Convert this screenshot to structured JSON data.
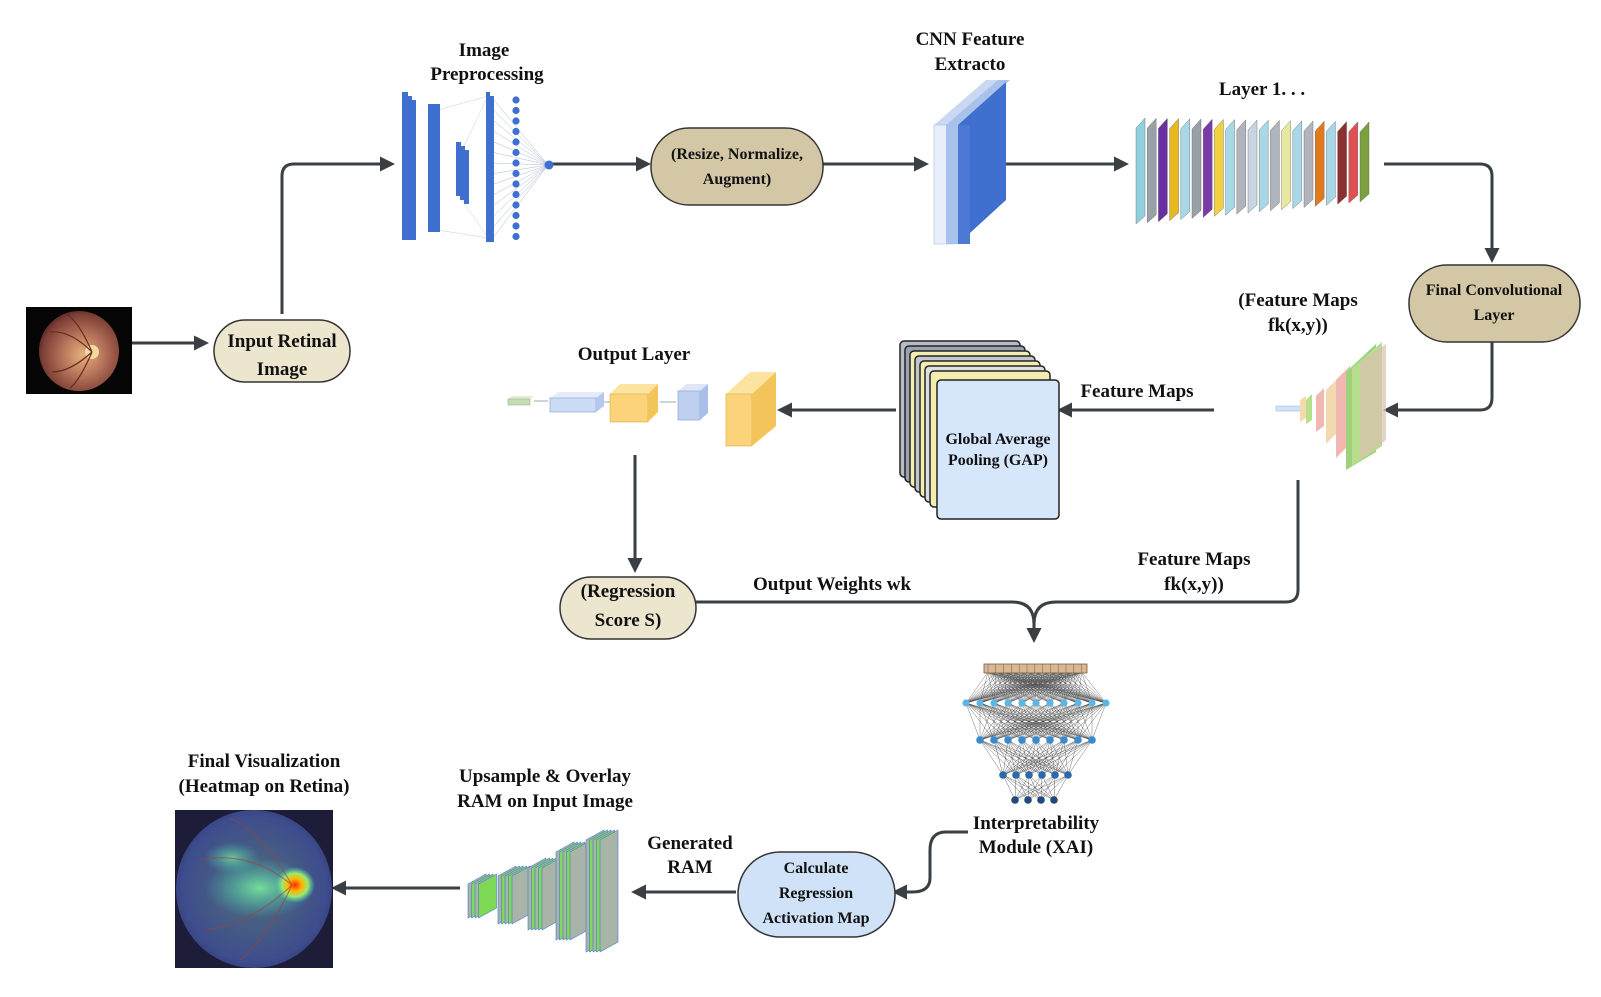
{
  "colors": {
    "pill_tan": "#d3c7a6",
    "pill_cream": "#ece6cf",
    "pill_blue": "#cfe2f8",
    "arrow": "#3a3f44",
    "nn_blue": "#3f6fcf",
    "gap_fill": "#d6e6fb"
  },
  "labels": {
    "image_preprocessing": [
      "Image",
      "Preprocessing"
    ],
    "resize_pill": [
      "(Resize, Normalize,",
      "Augment)"
    ],
    "cnn_feature": [
      "CNN Feature",
      "Extracto"
    ],
    "layer1": "Layer 1. . .",
    "final_conv": [
      "Final Convolutional",
      "Layer"
    ],
    "input_retinal": [
      "Input Retinal",
      "Image"
    ],
    "feature_maps_top": [
      "(Feature Maps",
      "fk(x,y))"
    ],
    "feature_maps_mid": "Feature Maps",
    "gap": [
      "Global Average",
      "Pooling (GAP)"
    ],
    "output_layer": "Output Layer",
    "regression_score": [
      "(Regression",
      "Score S)"
    ],
    "output_weights": "Output Weights wk",
    "feature_maps_low": [
      "Feature Maps",
      "fk(x,y))"
    ],
    "interpretability": [
      "Interpretability",
      "Module (XAI)"
    ],
    "calc_ram": [
      "Calculate",
      "Regression",
      "Activation Map"
    ],
    "generated_ram": [
      "Generated",
      "RAM"
    ],
    "upsample": [
      "Upsample & Overlay",
      "RAM on Input Image"
    ],
    "final_vis": [
      "Final Visualization",
      "(Heatmap on Retina)"
    ]
  },
  "icons": [
    "retina-photo-icon",
    "neural-net-preprocessing-icon",
    "cnn-block-icon",
    "layer-stack-icon",
    "feature-map-pyramid-icon",
    "gap-stack-icon",
    "output-layer-cubes-icon",
    "xai-network-icon",
    "ram-stack-icon",
    "heatmap-retina-icon"
  ]
}
